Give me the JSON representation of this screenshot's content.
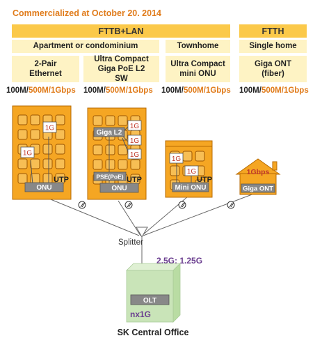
{
  "headline": "Commercialized at October 20. 2014",
  "bands": {
    "fttb_lan": "FTTB+LAN",
    "ftth": "FTTH"
  },
  "segments": {
    "apartment": "Apartment or condominium",
    "townhome": "Townhome",
    "single_home": "Single home"
  },
  "devices": [
    {
      "line1": "2-Pair",
      "line2": "Ethernet",
      "line3": ""
    },
    {
      "line1": "Ultra Compact",
      "line2": "Giga PoE L2",
      "line3": "SW"
    },
    {
      "line1": "Ultra Compact",
      "line2": "mini ONU",
      "line3": ""
    },
    {
      "line1": "Giga ONT",
      "line2": "(fiber)",
      "line3": ""
    }
  ],
  "speeds": {
    "a": "100M/",
    "b": "500M/",
    "c": "1Gbps"
  },
  "buildings": {
    "b1": {
      "port1": "1G",
      "port2": "1G",
      "cable": "UTP",
      "device": "ONU"
    },
    "b2": {
      "switch": "Giga L2",
      "port1": "1G",
      "port2": "1G",
      "port3": "1G",
      "pse": "PSE(PoE)",
      "cable": "UTP",
      "device": "ONU"
    },
    "b3": {
      "port1": "1G",
      "port2": "1G",
      "cable": "UTP",
      "device": "Mini ONU"
    },
    "b4": {
      "speed": "1Gbps",
      "device": "Giga ONT"
    }
  },
  "network": {
    "splitter": "Splitter",
    "pon_rate": "2.5G: 1.25G",
    "olt": "OLT",
    "uplink": "nx1G",
    "office": "SK Central Office"
  },
  "colors": {
    "building_orange": "#f5a623",
    "band_yellow": "#fbc94a",
    "pale_yellow": "#fef3c4",
    "accent_orange": "#e07b1a",
    "purple": "#6a3d8f",
    "office_green": "#c9e4b8"
  }
}
